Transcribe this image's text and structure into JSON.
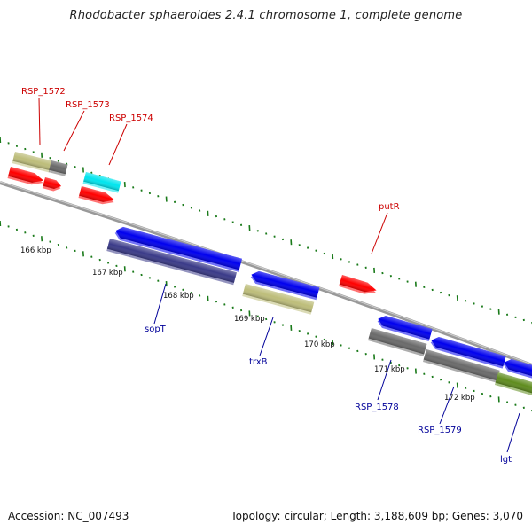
{
  "title": "Rhodobacter sphaeroides 2.4.1 chromosome 1, complete genome",
  "footer": {
    "accession": "Accession: NC_007493",
    "summary": "Topology: circular; Length: 3,188,609 bp; Genes: 3,070"
  },
  "colors": {
    "backbone": "#888888",
    "tick": "#1a7a1a",
    "red": "#ff0000",
    "blue": "#0000ee",
    "navy": "#3a3a88",
    "khaki": "#bdbd7a",
    "gray": "#6a6a6a",
    "cyan": "#00e5ee",
    "olive": "#5f8c1e",
    "label_red": "#cc0000",
    "label_blue": "#000099"
  },
  "kbp_labels": [
    {
      "text": "166 kbp"
    },
    {
      "text": "167 kbp"
    },
    {
      "text": "168 kbp"
    },
    {
      "text": "169 kbp"
    },
    {
      "text": "170 kbp"
    },
    {
      "text": "171 kbp"
    },
    {
      "text": "172 kbp"
    }
  ],
  "gene_labels": [
    {
      "text": "RSP_1572",
      "color": "label_red"
    },
    {
      "text": "RSP_1573",
      "color": "label_red"
    },
    {
      "text": "RSP_1574",
      "color": "label_red"
    },
    {
      "text": "putR",
      "color": "label_red"
    },
    {
      "text": "sopT",
      "color": "label_blue"
    },
    {
      "text": "trxB",
      "color": "label_blue"
    },
    {
      "text": "RSP_1578",
      "color": "label_blue"
    },
    {
      "text": "RSP_1579",
      "color": "label_blue"
    },
    {
      "text": "lgt",
      "color": "label_blue"
    }
  ],
  "features": [
    {
      "color": "khaki"
    },
    {
      "color": "gray"
    },
    {
      "color": "red"
    },
    {
      "color": "red"
    },
    {
      "color": "cyan"
    },
    {
      "color": "red"
    },
    {
      "color": "red"
    },
    {
      "color": "blue"
    },
    {
      "color": "navy"
    },
    {
      "color": "blue"
    },
    {
      "color": "khaki"
    },
    {
      "color": "blue"
    },
    {
      "color": "gray"
    },
    {
      "color": "blue"
    },
    {
      "color": "gray"
    },
    {
      "color": "blue"
    },
    {
      "color": "olive"
    }
  ]
}
